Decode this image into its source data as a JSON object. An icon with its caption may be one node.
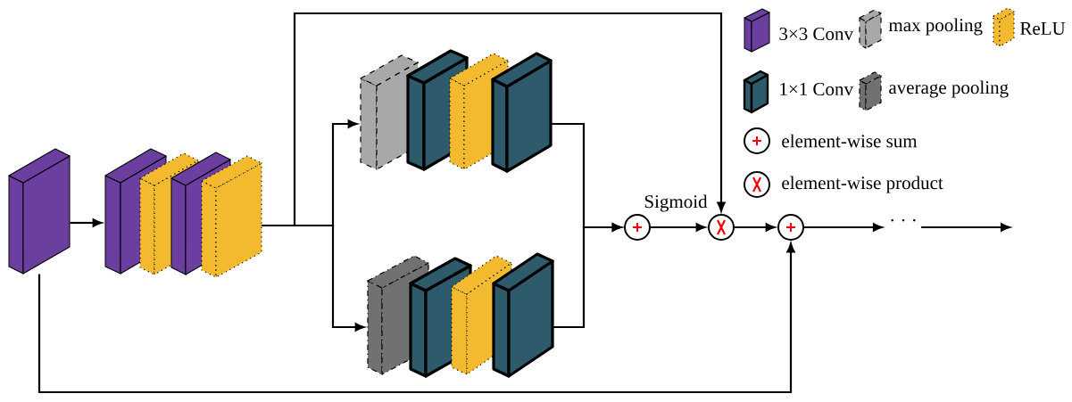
{
  "diagram": {
    "nodes": [
      {
        "text": [],
        "shape": "box"
      },
      {
        "text": [],
        "shape": "box"
      },
      {
        "text": [],
        "shape": "box"
      },
      {
        "text": [],
        "shape": "box"
      },
      {
        "text": [],
        "shape": "box"
      },
      {
        "text": [],
        "shape": "box"
      },
      {
        "text": [],
        "shape": "box"
      },
      {
        "text": [],
        "shape": "box"
      },
      {
        "text": [],
        "shape": "box"
      },
      {
        "text": [],
        "shape": "box"
      },
      {
        "text": [],
        "shape": "box"
      },
      {
        "text": [],
        "shape": "box"
      },
      {
        "text": [],
        "shape": "box"
      },
      {
        "text": [],
        "shape": "circle"
      },
      {
        "text": [],
        "shape": "circle"
      },
      {
        "text": [],
        "shape": "circle"
      },
      {
        "text": [
          "· · ·"
        ]
      }
    ],
    "edges": [
      {
        "from": 0,
        "to": 1,
        "arrow": "to"
      },
      {
        "from": 4,
        "to": 5,
        "arrow": "to"
      },
      {
        "from": 4,
        "to": 9,
        "arrow": "to"
      },
      {
        "from": 4,
        "to": 14,
        "arrow": "to"
      },
      {
        "from": 8,
        "to": 13,
        "arrow": "to"
      },
      {
        "from": 12,
        "to": 13,
        "arrow": "to"
      },
      {
        "from": 13,
        "to": 14,
        "arrow": "to",
        "label": "Sigmoid"
      },
      {
        "from": 14,
        "to": 15,
        "arrow": "to"
      },
      {
        "from": 0,
        "to": 15,
        "arrow": "to"
      },
      {
        "from": 15,
        "to": 16,
        "arrow": "to"
      },
      {
        "from": 16,
        "to": null,
        "arrow": "to"
      }
    ],
    "legend": [
      {
        "text": "3×3 Conv",
        "color": "#6b3fa0"
      },
      {
        "text": "max pooling",
        "color": "#a7a8aa"
      },
      {
        "text": "ReLU",
        "color": "#f3ba2f"
      },
      {
        "text": "1×1 Conv",
        "color": "#2e5b6c"
      },
      {
        "text": "average pooling",
        "color": "#707173"
      },
      {
        "text": "element-wise sum"
      },
      {
        "text": "element-wise product"
      }
    ]
  }
}
